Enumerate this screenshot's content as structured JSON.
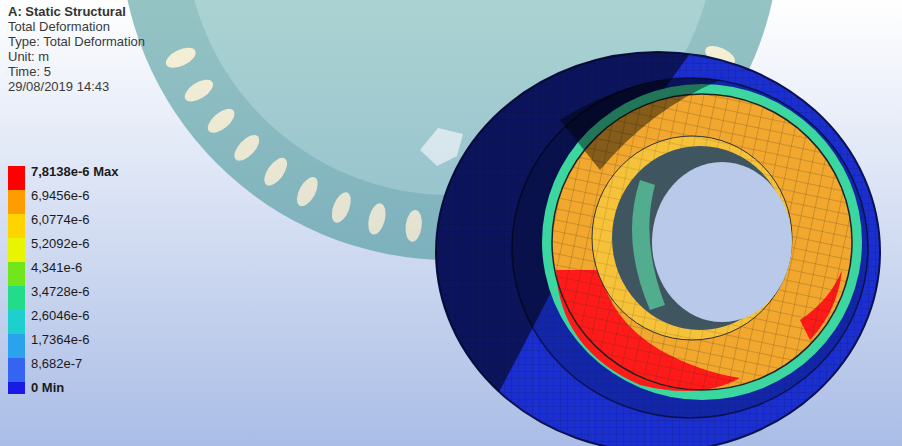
{
  "diagram": {
    "title": "A: Static Structural",
    "labels": [
      "Total Deformation",
      "Type: Total Deformation",
      "Unit: m",
      "Time: 5",
      "29/08/2019 14:43"
    ],
    "legend": [
      {
        "text": "7,8138e-6 Max",
        "color": "#ff0000"
      },
      {
        "text": "6,9456e-6",
        "color": "#ff9c00"
      },
      {
        "text": "6,0774e-6",
        "color": "#ffd400"
      },
      {
        "text": "5,2092e-6",
        "color": "#e8f500"
      },
      {
        "text": "4,341e-6",
        "color": "#72e61c"
      },
      {
        "text": "3,4728e-6",
        "color": "#22dc8a"
      },
      {
        "text": "2,6046e-6",
        "color": "#1ecfd0"
      },
      {
        "text": "1,7364e-6",
        "color": "#2aa2ec"
      },
      {
        "text": "8,682e-7",
        "color": "#3563f2"
      },
      {
        "text": "0 Min",
        "color": "#1a1ae6"
      }
    ]
  }
}
